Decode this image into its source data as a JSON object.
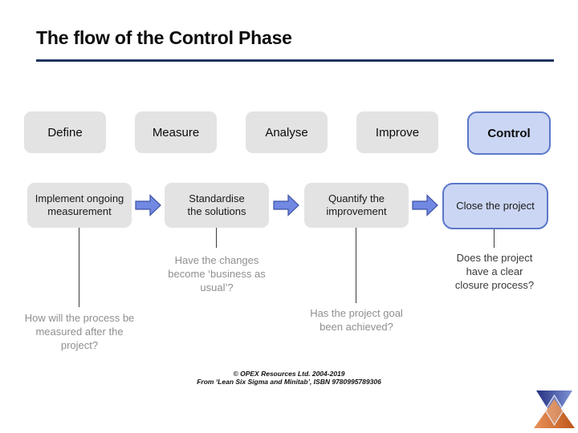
{
  "slide": {
    "title": "The flow of the Control Phase",
    "footer_line1": "© OPEX Resources Ltd. 2004-2019",
    "footer_line2": "From ‘Lean Six Sigma and Minitab’, ISBN 9780995789306"
  },
  "phases": [
    {
      "label": "Define",
      "highlighted": false
    },
    {
      "label": "Measure",
      "highlighted": false
    },
    {
      "label": "Analyse",
      "highlighted": false
    },
    {
      "label": "Improve",
      "highlighted": false
    },
    {
      "label": "Control",
      "highlighted": true
    }
  ],
  "flow_steps": [
    {
      "label": "Implement ongoing measurement",
      "highlighted": false
    },
    {
      "label": "Standardise the solutions",
      "highlighted": false
    },
    {
      "label": "Quantify the improvement",
      "highlighted": false
    },
    {
      "label": "Close the project",
      "highlighted": true
    }
  ],
  "questions": [
    {
      "text": "Have the changes become ‘business as usual’?"
    },
    {
      "text": "Does the project have a clear closure process?"
    },
    {
      "text": "How will the process be measured after the project?"
    },
    {
      "text": "Has the project goal been achieved?"
    }
  ],
  "icons": {
    "flow_arrow": "arrow-right-icon",
    "logo": "opex-hourglass-logo"
  },
  "colors": {
    "title_rule": "#1e3560",
    "phase_box_bg": "#e3e3e3",
    "highlight_bg": "#cbd6f4",
    "highlight_border": "#5c77c9",
    "arrow_fill": "#7289e3",
    "arrow_stroke": "#3d51a3",
    "question_gray": "#8f8f8f",
    "question_dark": "#3b3b3b",
    "logo_blue": "#2b3f8c",
    "logo_orange": "#cf6525"
  }
}
